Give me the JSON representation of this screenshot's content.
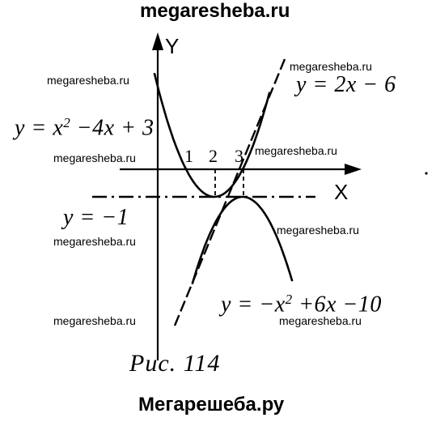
{
  "header": {
    "site": "megaresheba.ru"
  },
  "footer": {
    "site": "Мегарешеба.ру"
  },
  "watermarks": [
    "megaresheba.ru",
    "megaresheba.ru",
    "megaresheba.ru",
    "megaresheba.ru",
    "megaresheba.ru",
    "megaresheba.ru",
    "megaresheba.ru",
    "megaresheba.ru"
  ],
  "axes": {
    "x_label": "X",
    "y_label": "Y"
  },
  "ticks": [
    "1",
    "2",
    "3"
  ],
  "equations": {
    "parabola_up": {
      "prefix": "y = x",
      "exp": "2",
      "suffix": " −4x + 3"
    },
    "line_tangent": {
      "text": "y = 2x − 6"
    },
    "line_horizontal": {
      "text": "y = −1"
    },
    "parabola_down": {
      "prefix": "y = −x",
      "exp": "2",
      "suffix": " +6x −10"
    }
  },
  "caption": "Рис. 114",
  "colors": {
    "ink": "#000000",
    "background": "#ffffff"
  }
}
